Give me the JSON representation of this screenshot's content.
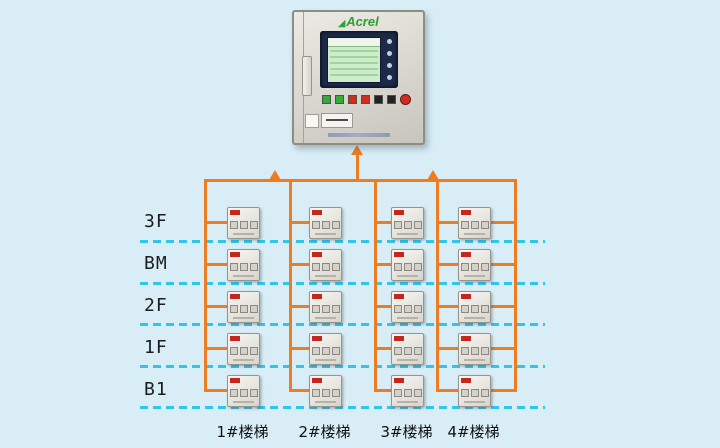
{
  "colors": {
    "bg": "#D8EDF6",
    "bus": "#ED7D22",
    "dash": "#2EC6E9",
    "tag": "#C4271D",
    "bezel": "#1C2A4A",
    "brand": "#2F9E33",
    "lcd": "#CDECCB"
  },
  "panel": {
    "brand": "Acrel",
    "indicators": [
      "#36A93C",
      "#36A93C",
      "#CF2D22",
      "#CF2D22",
      "#222222",
      "#222222"
    ],
    "power_button": "#CF2D22"
  },
  "floors": [
    {
      "label": "3F"
    },
    {
      "label": "BM"
    },
    {
      "label": "2F"
    },
    {
      "label": "1F"
    },
    {
      "label": "B1"
    }
  ],
  "columns": [
    {
      "label": "1#楼梯"
    },
    {
      "label": "2#楼梯"
    },
    {
      "label": "3#楼梯"
    },
    {
      "label": "4#楼梯"
    }
  ],
  "devices": {
    "rows": 5,
    "cols": 4
  }
}
